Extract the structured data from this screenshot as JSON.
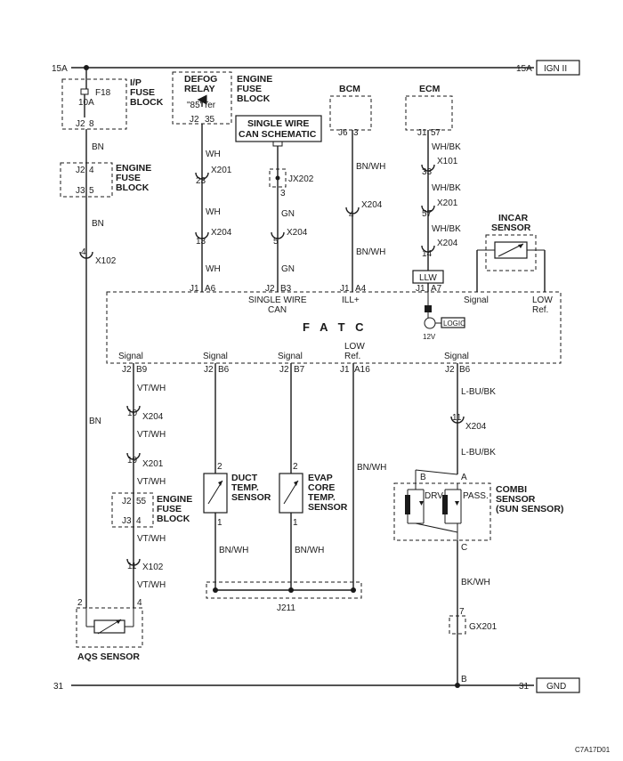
{
  "power": {
    "left": "15A",
    "right": "15A",
    "source": "IGN II"
  },
  "ground": {
    "left": "31",
    "right": "31",
    "label": "GND",
    "node": "B"
  },
  "ip_fuse_block": {
    "title_line1": "I/P",
    "title_line2": "FUSE",
    "title_line3": "BLOCK",
    "fuse": "F18",
    "rating": "10A",
    "conn": "J2",
    "pin": "8"
  },
  "engine_fuse_block_top": {
    "title_line1": "ENGINE",
    "title_line2": "FUSE",
    "title_line3": "BLOCK",
    "conn1": "J2",
    "pin1": "4",
    "conn2": "J3",
    "pin2": "5"
  },
  "defog_relay": {
    "title_line1": "DEFOG",
    "title_line2": "RELAY",
    "terminal": "\"85\"Ter",
    "conn": "J2",
    "pin": "35"
  },
  "engine_fuse_block_relay": {
    "title_line1": "ENGINE",
    "title_line2": "FUSE",
    "title_line3": "BLOCK"
  },
  "single_wire_can_schematic": {
    "line1": "SINGLE WIRE",
    "line2": "CAN SCHEMATIC"
  },
  "bcm": {
    "title": "BCM",
    "conn": "J6",
    "pin": "3"
  },
  "ecm": {
    "title": "ECM",
    "conn": "J1",
    "pin": "57"
  },
  "incar_sensor": {
    "title_line1": "INCAR",
    "title_line2": "SENSOR"
  },
  "wires": {
    "bn_1": "BN",
    "bn_2": "BN",
    "bn_3": "BN",
    "wh_1": "WH",
    "wh_2": "WH",
    "wh_3": "WH",
    "gn_1": "GN",
    "gn_2": "GN",
    "bnwh_bcm_1": "BN/WH",
    "bnwh_bcm_2": "BN/WH",
    "whbk_1": "WH/BK",
    "whbk_2": "WH/BK",
    "whbk_3": "WH/BK",
    "vtwh_1": "VT/WH",
    "vtwh_2": "VT/WH",
    "vtwh_3": "VT/WH",
    "vtwh_4": "VT/WH",
    "vtwh_5": "VT/WH",
    "bnwh_duct": "BN/WH",
    "bnwh_evap": "BN/WH",
    "bnwh_lowref": "BN/WH",
    "lbubk_1": "L-BU/BK",
    "lbubk_2": "L-BU/BK",
    "bkwh": "BK/WH"
  },
  "connectors": {
    "x102_top": {
      "pin": "4",
      "name": "X102"
    },
    "x201_wh": {
      "pin": "23",
      "name": "X201"
    },
    "x204_wh": {
      "pin": "13",
      "name": "X204"
    },
    "jx202": {
      "pin": "3",
      "name": "JX202"
    },
    "x204_gn": {
      "pin": "5",
      "name": "X204"
    },
    "x204_bcm": {
      "pin": "4",
      "name": "X204"
    },
    "x101_ecm": {
      "pin": "33",
      "name": "X101"
    },
    "x201_ecm": {
      "pin": "57",
      "name": "X201"
    },
    "x204_ecm": {
      "pin": "14",
      "name": "X204"
    },
    "x204_vt": {
      "pin": "10",
      "name": "X204"
    },
    "x201_vt": {
      "pin": "19",
      "name": "X201"
    },
    "x102_vt": {
      "pin": "11",
      "name": "X102"
    },
    "x204_lbu": {
      "pin": "11",
      "name": "X204"
    },
    "gx201": {
      "pin": "7",
      "name": "GX201"
    }
  },
  "fatc": {
    "title": "F A T C",
    "top_pins": {
      "a6": {
        "conn": "J1",
        "pin": "A6"
      },
      "b3": {
        "conn": "J2",
        "pin": "B3",
        "label1": "SINGLE WIRE",
        "label2": "CAN"
      },
      "a4": {
        "conn": "J1",
        "pin": "A4",
        "label": "ILL+"
      },
      "a7": {
        "conn": "J1",
        "pin": "A7"
      },
      "signal": "Signal",
      "lowref1": "LOW",
      "lowref2": "Ref."
    },
    "llw": "LLW",
    "logic": "LOGIC",
    "volt": "12V",
    "bottom_pins": {
      "b9": {
        "label": "Signal",
        "conn": "J2",
        "pin": "B9"
      },
      "b6_duct": {
        "label": "Signal",
        "conn": "J2",
        "pin": "B6"
      },
      "b7": {
        "label": "Signal",
        "conn": "J2",
        "pin": "B7"
      },
      "a16": {
        "label1": "LOW",
        "label2": "Ref.",
        "conn": "J1",
        "pin": "A16"
      },
      "b6_combi": {
        "label": "Signal",
        "conn": "J2",
        "pin": "B6"
      }
    }
  },
  "engine_fuse_block_mid": {
    "title_line1": "ENGINE",
    "title_line2": "FUSE",
    "title_line3": "BLOCK",
    "conn1": "J2",
    "pin1": "55",
    "conn2": "J3",
    "pin2": "4"
  },
  "duct_sensor": {
    "title_line1": "DUCT",
    "title_line2": "TEMP.",
    "title_line3": "SENSOR",
    "pin_top": "2",
    "pin_bottom": "1"
  },
  "evap_sensor": {
    "title_line1": "EVAP",
    "title_line2": "CORE",
    "title_line3": "TEMP.",
    "title_line4": "SENSOR",
    "pin_top": "2",
    "pin_bottom": "1"
  },
  "combi_sensor": {
    "title_line1": "COMBI",
    "title_line2": "SENSOR",
    "title_line3": "(SUN SENSOR)",
    "pin_a": "A",
    "pin_b": "B",
    "pin_c": "C",
    "drv": "DRV",
    "pass": "PASS."
  },
  "splice": {
    "name": "J211"
  },
  "aqs_sensor": {
    "title": "AQS SENSOR",
    "pin_left": "2",
    "pin_right": "4"
  },
  "footer": {
    "code": "C7A17D01"
  }
}
